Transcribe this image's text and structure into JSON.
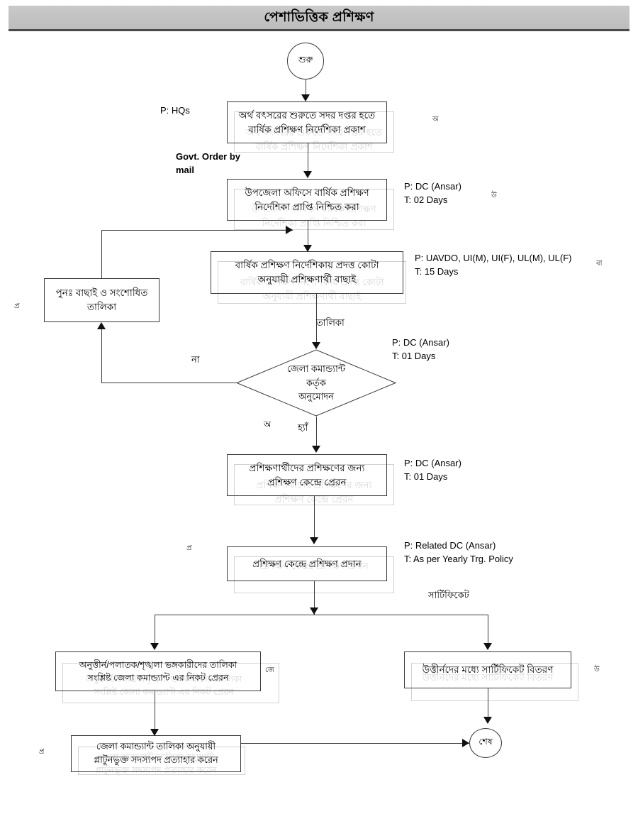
{
  "header": {
    "title": "পেশাভিত্তিক প্রশিক্ষণ"
  },
  "terminators": {
    "start": "শুরু",
    "end": "শেষ"
  },
  "nodes": [
    {
      "id": "publish-guideline",
      "lines": [
        "অর্থ বৎসরের শুরুতে সদর দপ্তর হতে",
        "বার্ষিক প্রশিক্ষণ নির্দেশিকা প্রকাশ"
      ]
    },
    {
      "id": "confirm-receipt",
      "lines": [
        "উপজেলা অফিসে বার্ষিক প্রশিক্ষণ",
        "নির্দেশিকা প্রাপ্তি নিশ্চিত করা"
      ]
    },
    {
      "id": "select-trainees",
      "lines": [
        "বার্ষিক প্রশিক্ষণ নির্দেশিকায় প্রদত্ত কোটা",
        "অনুযায়ী প্রশিক্ষণার্থী বাছাই"
      ]
    },
    {
      "id": "reselect-list",
      "lines": [
        "পুনঃ  বাছাই ও সংশোধিত",
        "তালিকা"
      ]
    },
    {
      "id": "send-to-center",
      "lines": [
        "প্রশিক্ষণার্থীদের প্রশিক্ষণের জন্য",
        "প্রশিক্ষণ কেন্দ্রে প্রেরন"
      ]
    },
    {
      "id": "conduct-training",
      "lines": [
        "প্রশিক্ষণ কেন্দ্রে প্রশিক্ষণ প্রদান"
      ]
    },
    {
      "id": "failure-list",
      "lines": [
        "অনুত্তীর্ন/পলাতক/শৃঙ্খলা ভঙ্গকারীদের তালিকা",
        "সংশ্লিষ্ট জেলা কমান্ড্যান্ট এর নিকট প্রেরন"
      ]
    },
    {
      "id": "certificate-distribution",
      "lines": [
        "উত্তীর্নদের মধ্যে সার্টিফিকেট বিতরণ"
      ]
    },
    {
      "id": "withdraw-membership",
      "lines": [
        "জেলা কমান্ড্যান্ট তালিকা অনুযায়ী",
        "প্লাটুনভুক্ত সদস্যপদ প্রত্যাহার করেন"
      ]
    }
  ],
  "decision": {
    "id": "commandant-approval",
    "lines": [
      "জেলা কমান্ড্যান্ট",
      "কর্তৃক",
      "অনুমোদন"
    ],
    "yes_label": "হ্যাঁ",
    "no_label": "না"
  },
  "annotations": [
    {
      "id": "p-hqs",
      "text": "P: HQs"
    },
    {
      "id": "govt-order",
      "text": "Govt.  Order  by\nmail"
    },
    {
      "id": "p-dc-ansar-2days",
      "text": "P: DC (Ansar)\nT: 02 Days"
    },
    {
      "id": "p-uavdo-15days",
      "text": "P: UAVDO, UI(M), UI(F), UL(M), UL(F)\nT: 15 Days"
    },
    {
      "id": "p-dc-ansar-1day-decision",
      "text": "P: DC (Ansar)\nT: 01 Days"
    },
    {
      "id": "p-dc-ansar-1day-send",
      "text": "P: DC (Ansar)\nT: 01 Days"
    },
    {
      "id": "p-related-dc",
      "text": "P: Related DC (Ansar)\nT: As per Yearly Trg. Policy"
    }
  ],
  "edge_labels": {
    "list": "তালিকা",
    "certificate": "সার্টিফিকেট"
  },
  "margin_glyphs": [
    "অ",
    "উ",
    "বা",
    "প্র",
    "অ",
    "প্র",
    "জে",
    "উ",
    "প্র"
  ],
  "colors": {
    "header_bg": "#c2c2c2",
    "header_border": "#4a4a4a",
    "line": "#3a3a3a",
    "ghost": "#d8d8d8",
    "text": "#000000"
  }
}
